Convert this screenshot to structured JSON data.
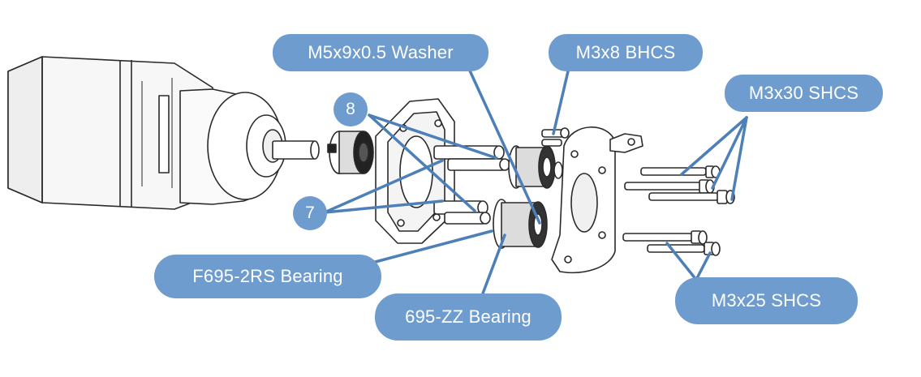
{
  "diagram": {
    "labels": {
      "washer": "M5x9x0.5 Washer",
      "bhcs": "M3x8 BHCS",
      "shcs30": "M3x30 SHCS",
      "shcs25": "M3x25 SHCS",
      "f695": "F695-2RS Bearing",
      "zz695": "695-ZZ Bearing",
      "num8": "8",
      "num7": "7"
    },
    "colors": {
      "callout_fill": "#6f9ccf",
      "leader_line": "#4d7fb8",
      "part_stroke": "#2a2a2a",
      "part_fill": "#f7f7f7"
    }
  }
}
